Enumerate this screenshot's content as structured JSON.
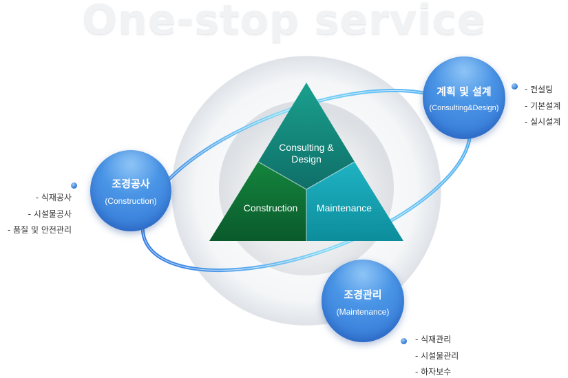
{
  "headline": "One-stop service",
  "triangle": {
    "top": "Consulting &\nDesign",
    "left": "Construction",
    "right": "Maintenance"
  },
  "nodes": {
    "planning": {
      "title": "계획 및 설계",
      "subtitle": "(Consulting&Design)",
      "items": [
        "- 컨설팅",
        "- 기본설계",
        "- 실시설계"
      ]
    },
    "construction": {
      "title": "조경공사",
      "subtitle": "(Construction)",
      "items": [
        "- 식재공사",
        "- 시설물공사",
        "- 품질 및 안전관리"
      ]
    },
    "maintenance": {
      "title": "조경관리",
      "subtitle": "(Maintenance)",
      "items": [
        "- 식재관리",
        "- 시설물관리",
        "- 하자보수"
      ]
    }
  },
  "colors": {
    "bubble": "#3f88e0",
    "triangle_top": "#14857a",
    "triangle_left": "#0b6a3a",
    "triangle_right": "#1aa6b5",
    "orbit": "#5fd0f5"
  }
}
